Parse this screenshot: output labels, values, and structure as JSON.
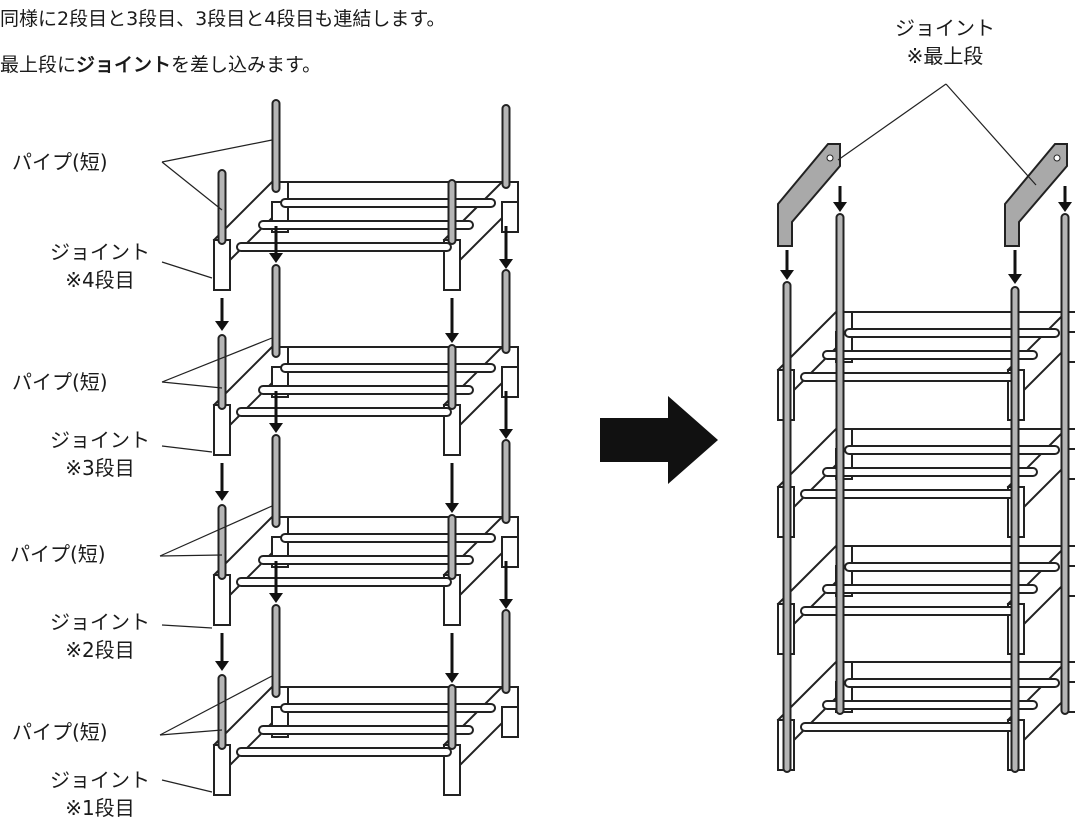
{
  "instructions": {
    "line1": "同様に2段目と3段目、3段目と4段目も連結します。",
    "line2_prefix": "最上段に",
    "line2_bold": "ジョイント",
    "line2_suffix": "を差し込みます。"
  },
  "labels": {
    "pipe_short": "パイプ(短)",
    "joint": "ジョイント",
    "tier4": "※4段目",
    "tier3": "※3段目",
    "tier2": "※2段目",
    "tier1": "※1段目",
    "top_joint": "ジョイント",
    "top_tier": "※最上段"
  },
  "colors": {
    "pipe": "#b5b5b5",
    "top_joint": "#a9a9a9",
    "ink": "#222222"
  },
  "icons": {
    "transition": "right-arrow-icon",
    "insert": "down-arrow-icon"
  }
}
